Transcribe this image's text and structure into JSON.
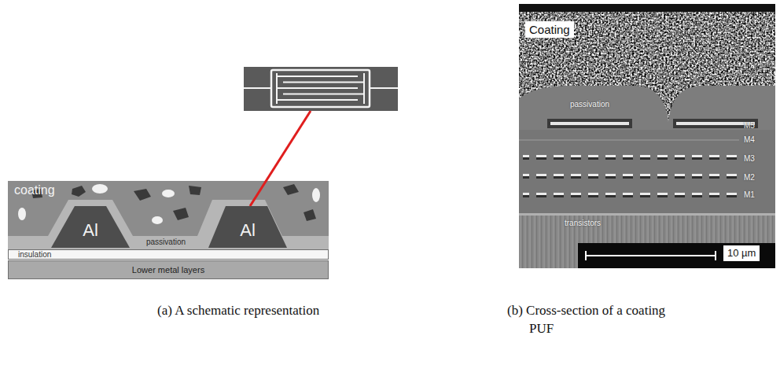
{
  "diagram": {
    "nodes": [
      {
        "text": [
          "coating"
        ]
      },
      {
        "text": [
          "Al"
        ],
        "in": 0
      },
      {
        "text": [
          "Al"
        ],
        "in": 0
      },
      {
        "text": [
          "insulation"
        ]
      },
      {
        "text": [
          "Lower metal layers"
        ]
      },
      {
        "text": [
          "Coating"
        ]
      }
    ],
    "labels": [
      "passivation",
      "passivation",
      "M5",
      "M4",
      "M3",
      "M2",
      "M1",
      "transistors",
      "10 µm",
      "(a) A schematic representation",
      "(b) Cross-section of a coating PUF"
    ]
  }
}
